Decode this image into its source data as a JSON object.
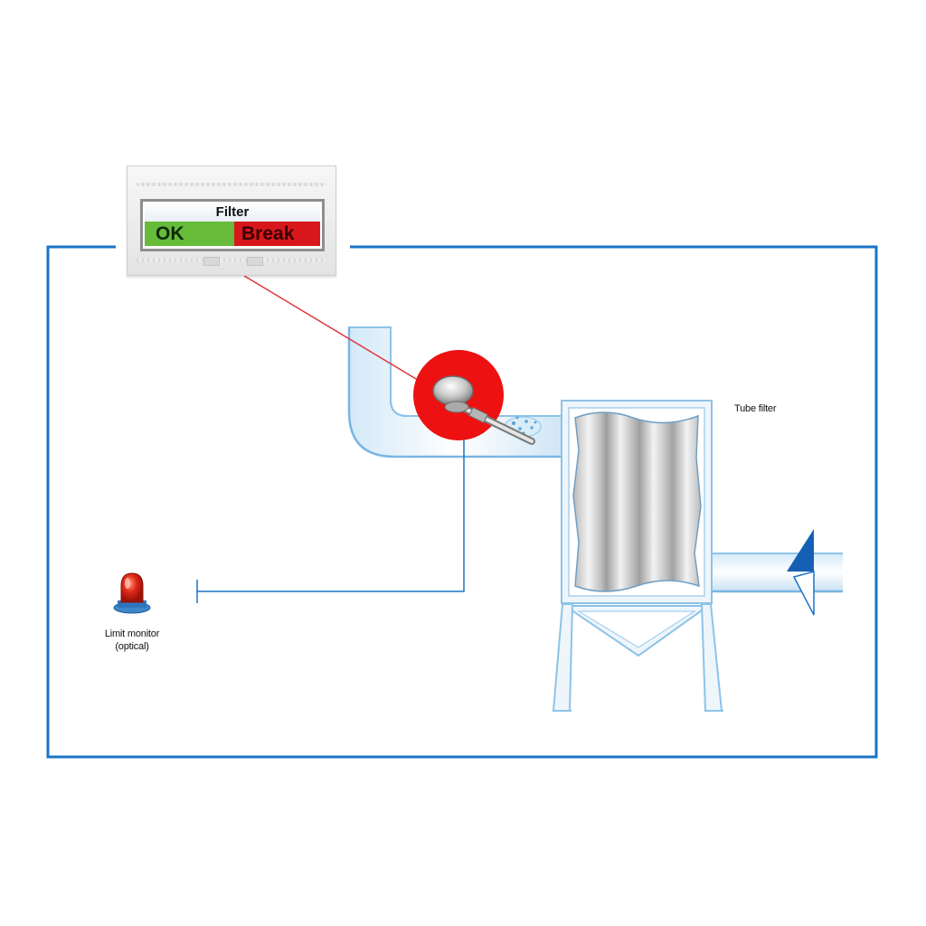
{
  "display": {
    "title": "Filter",
    "ok_label": "OK",
    "break_label": "Break"
  },
  "labels": {
    "tube_filter": "Tube filter",
    "limit_monitor_line1": "Limit monitor",
    "limit_monitor_line2": "(optical)"
  },
  "colors": {
    "frame": "#1a73c6",
    "pipe_outline": "#8dc3e8",
    "signal_line": "#e0383c",
    "sensor_ring": "#ee1111",
    "ok": "#66bb3a",
    "break": "#d8171c",
    "beacon": "#e02a1a"
  },
  "icons": [
    "dust-sensor-icon",
    "warning-beacon-icon",
    "flow-arrow-icon",
    "dust-particles-icon"
  ]
}
